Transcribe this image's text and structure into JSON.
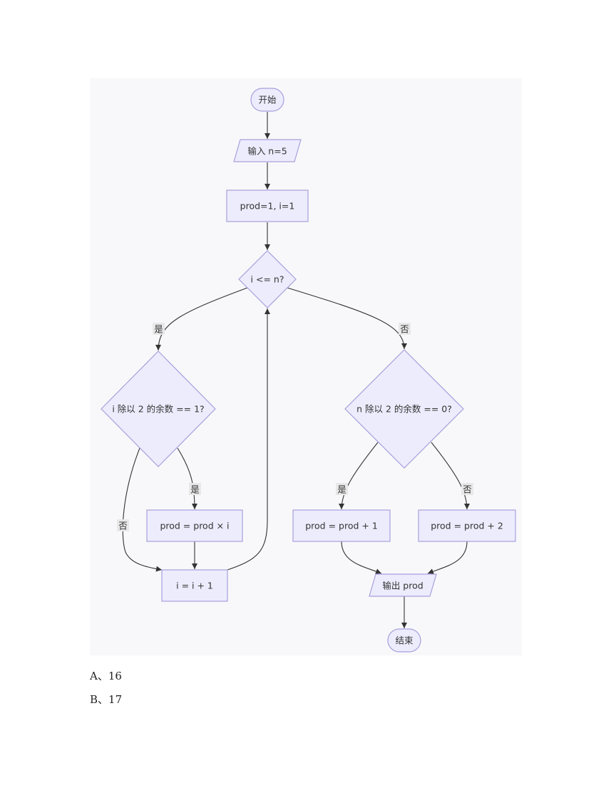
{
  "flowchart": {
    "nodes": {
      "start": "开始",
      "input": "输入 n=5",
      "init": "prod=1, i=1",
      "loop_cond": "i <= n?",
      "odd_cond": "i 除以 2 的余数 == 1?",
      "mul": "prod = prod × i",
      "inc": "i = i + 1",
      "even_cond": "n 除以 2 的余数 == 0?",
      "plus1": "prod = prod + 1",
      "plus2": "prod = prod + 2",
      "output": "输出 prod",
      "end": "结束"
    },
    "edge_labels": {
      "loop_yes": "是",
      "loop_no": "否",
      "odd_yes": "是",
      "odd_no": "否",
      "even_yes": "是",
      "even_no": "否"
    }
  },
  "options": [
    {
      "text": "A、16"
    },
    {
      "text": "B、17"
    }
  ]
}
